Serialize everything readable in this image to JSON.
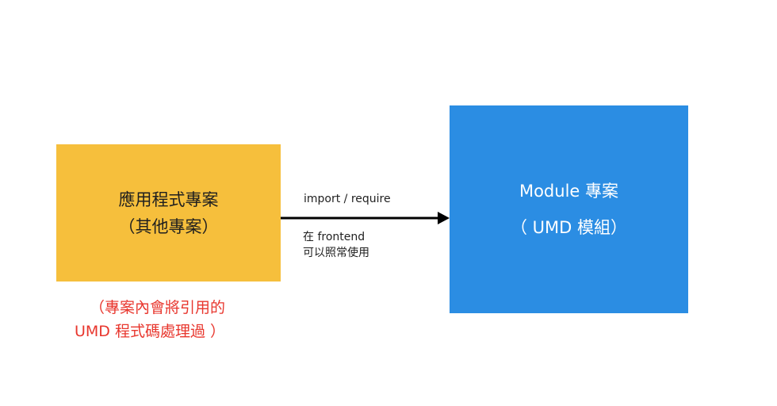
{
  "app_box": {
    "line1": "應用程式專案",
    "line2": "（其他專案）",
    "color": "#F6BF3C"
  },
  "module_box": {
    "line1": "Module  專案",
    "line2": "（ UMD 模組）",
    "color": "#2B8DE3"
  },
  "arrow": {
    "top_label": "import / require",
    "bottom_line1": "在 frontend",
    "bottom_line2": "可以照常使用",
    "direction": "app_box → module_box"
  },
  "note": {
    "line1": "（專案內會將引用的",
    "line2": "UMD 程式碼處理過 ）",
    "color": "#E8362D"
  }
}
